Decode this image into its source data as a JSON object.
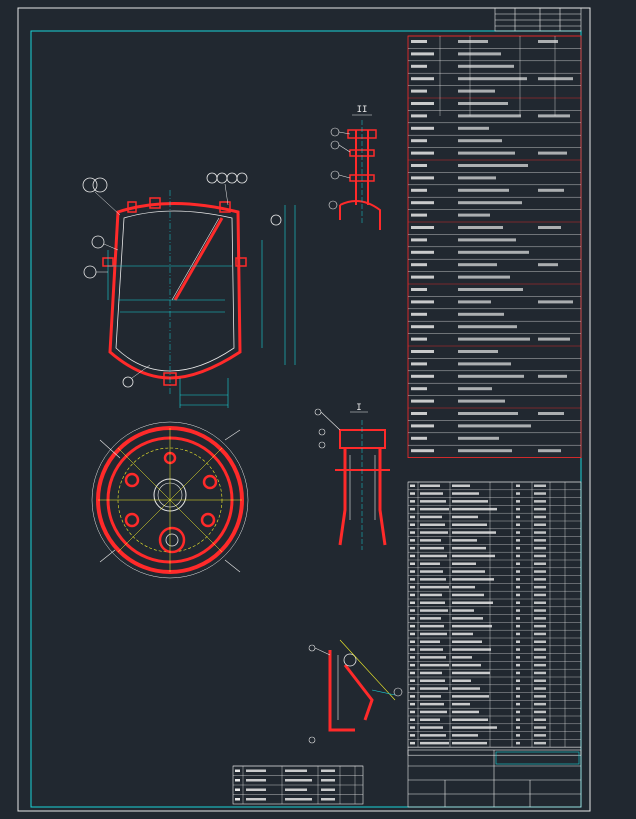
{
  "drawing": {
    "detail_marks": {
      "section_top": "II",
      "section_mid": "I"
    },
    "colors": {
      "background": "#212830",
      "frame": "#19d3d8",
      "shell": "#ff2a2a",
      "outline": "#e8e8e8",
      "dimension": "#19d3d8",
      "accent": "#f6f22a",
      "table_header": "#ffffff"
    },
    "tables": {
      "technical_spec_rows": 34,
      "parts_list_rows": 34,
      "small_parts_rows": 4
    }
  }
}
